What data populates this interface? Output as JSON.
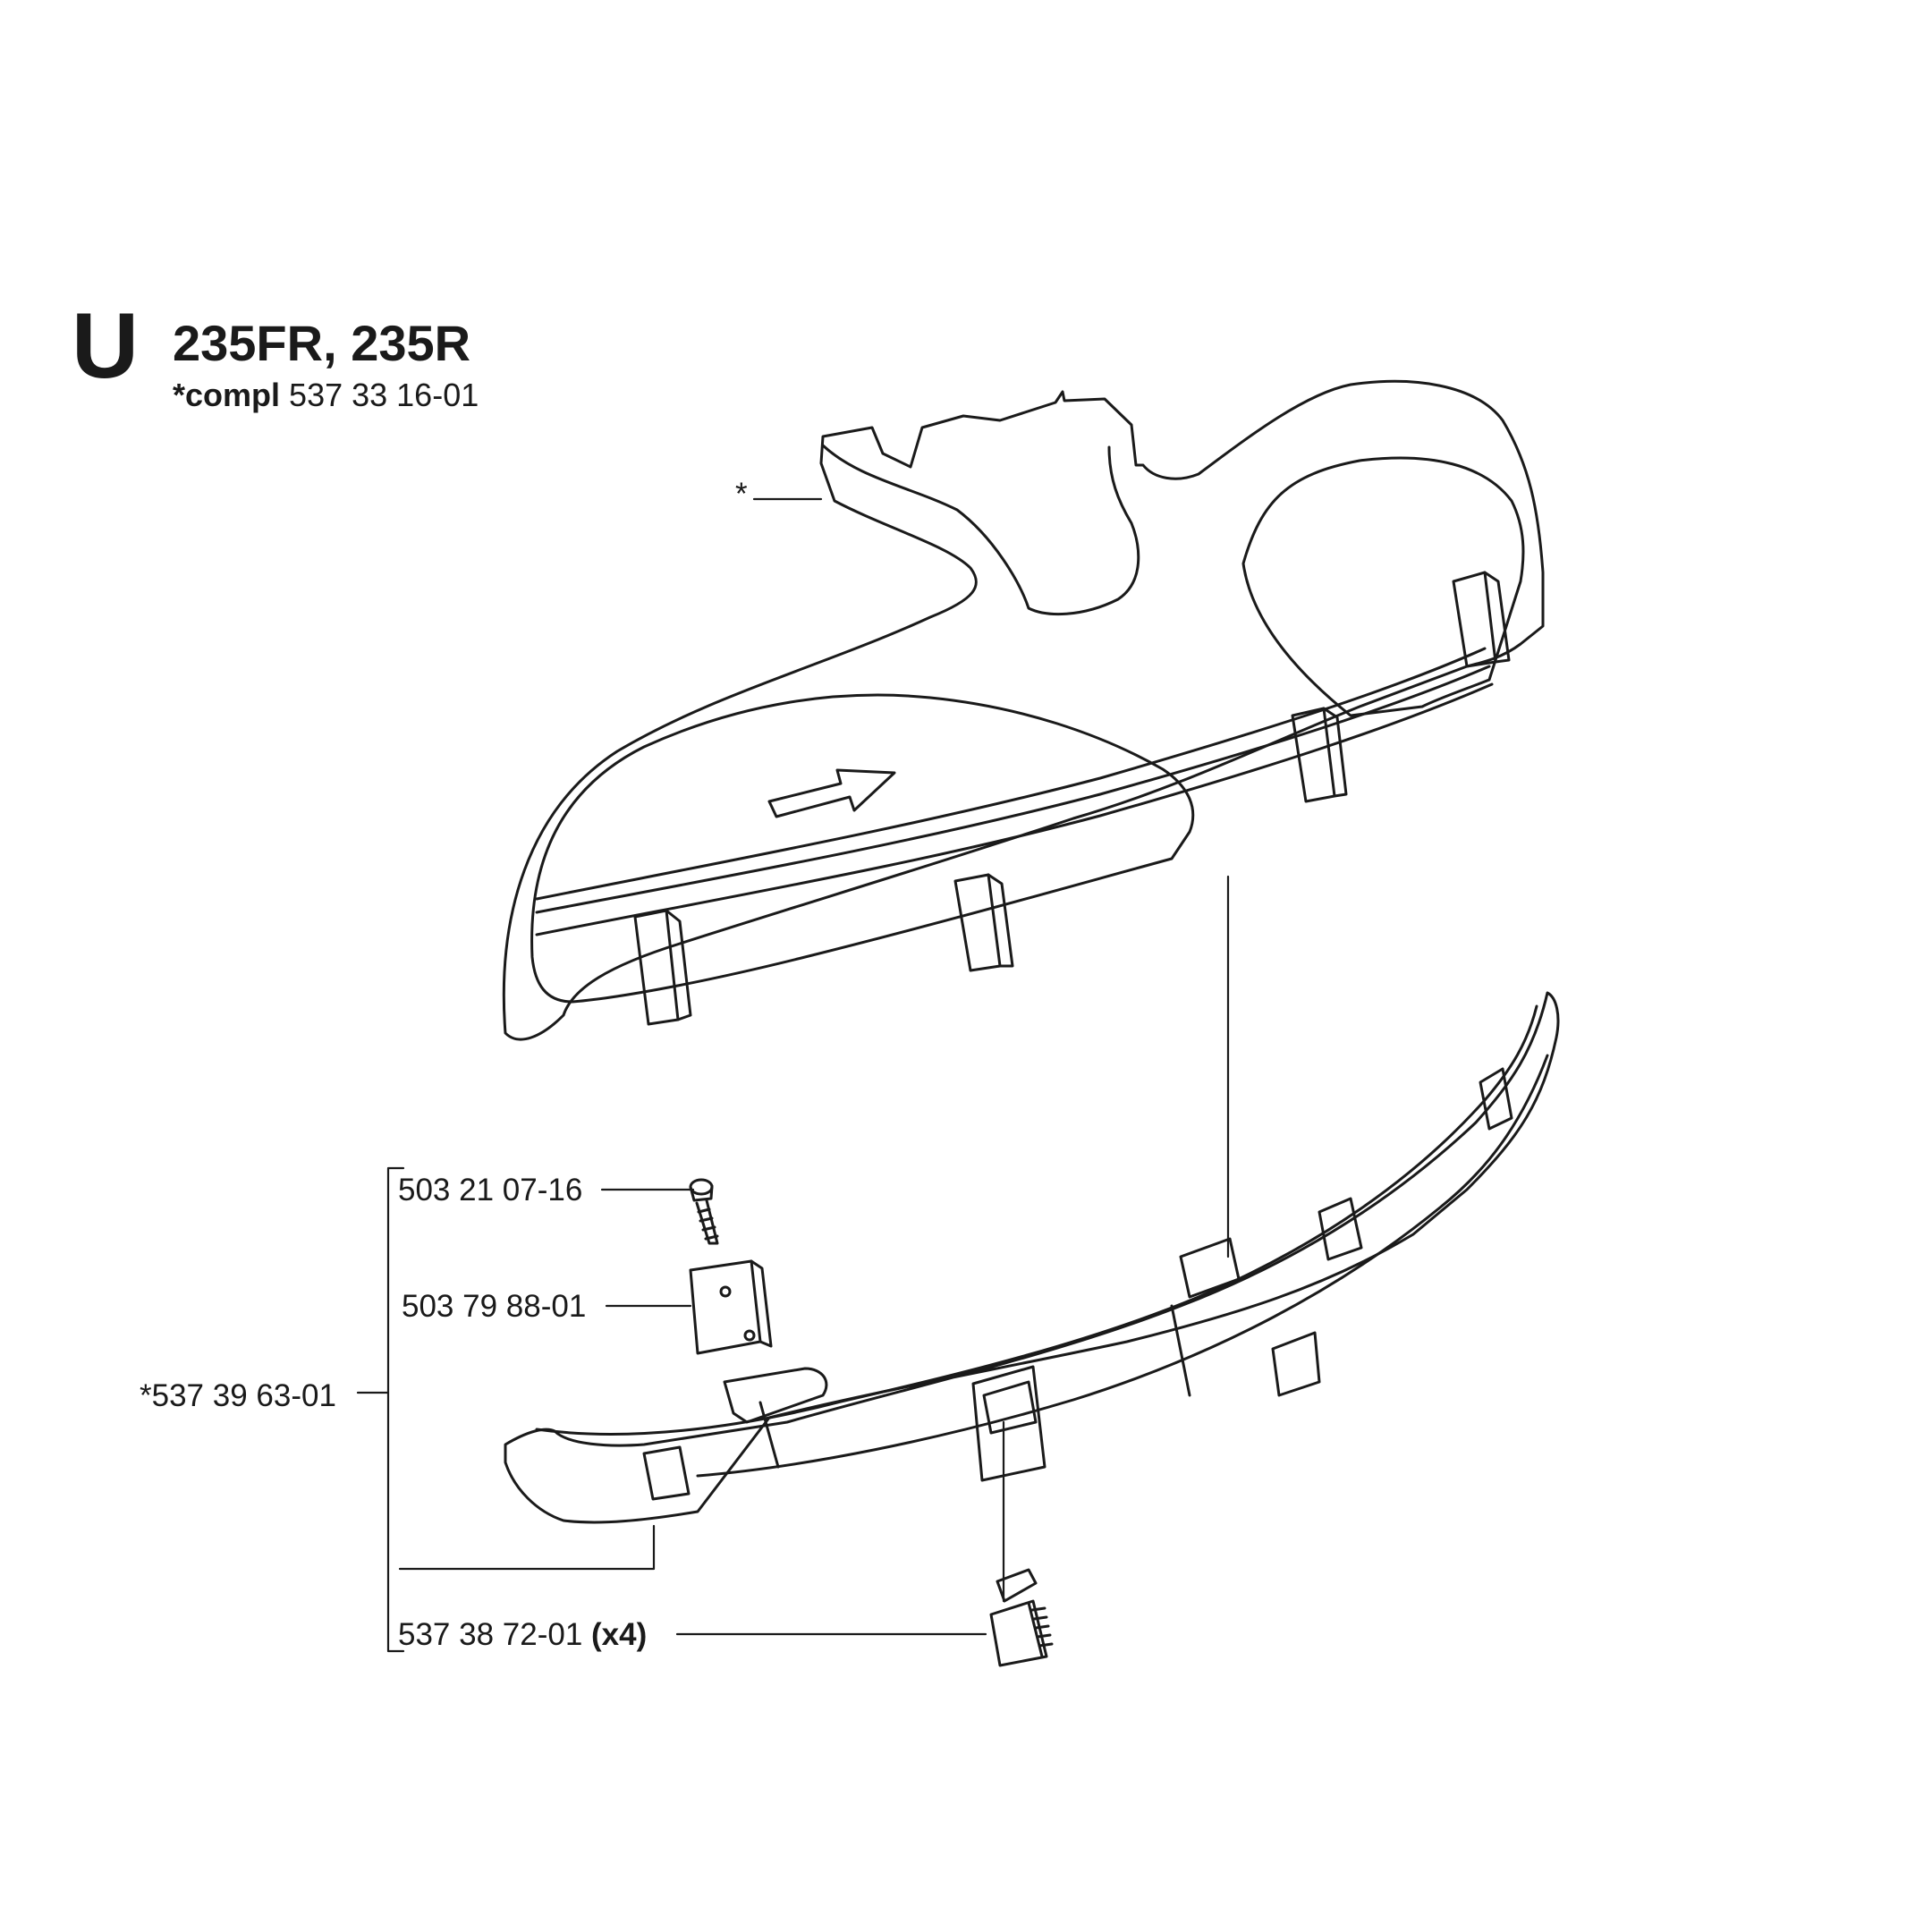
{
  "header": {
    "section_letter": "U",
    "models": "235FR, 235R",
    "compl_prefix": "*compl",
    "compl_number": "537 33 16-01"
  },
  "callouts": {
    "upper_guard": "*",
    "screw": "503 21 07-16",
    "plate": "503 79 88-01",
    "extension_assembly": "*537 39 63-01",
    "clip_number": "537 38 72-01",
    "clip_qty": "(x4)"
  }
}
